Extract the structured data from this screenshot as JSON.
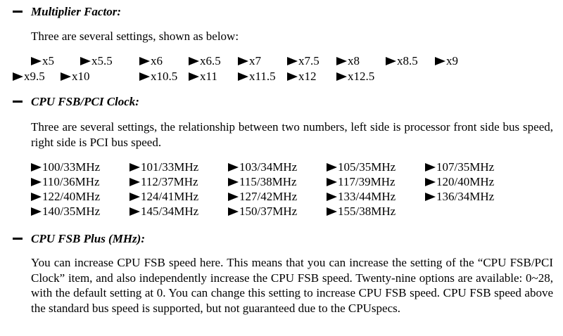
{
  "sections": [
    {
      "heading": "Multiplier Factor:",
      "intro": "Three are several settings, shown as below:",
      "options": [
        "x5",
        "x5.5",
        "x6",
        "x6.5",
        "x7",
        "x7.5",
        "x8",
        "x8.5",
        "x9",
        "x9.5",
        "x10",
        "x10.5",
        "x11",
        "x11.5",
        "x12",
        "x12.5"
      ]
    },
    {
      "heading": "CPU FSB/PCI Clock:",
      "intro": "Three are several settings, the relationship between two numbers, left side is processor front side bus speed, right side is PCI bus speed.",
      "options": [
        "100/33MHz",
        "101/33MHz",
        "103/34MHz",
        "105/35MHz",
        "107/35MHz",
        "110/36MHz",
        "112/37MHz",
        "115/38MHz",
        "117/39MHz",
        "120/40MHz",
        "122/40MHz",
        "124/41MHz",
        "127/42MHz",
        "133/44MHz",
        "136/34MHz",
        "140/35MHz",
        "145/34MHz",
        "150/37MHz",
        "155/38MHz"
      ]
    },
    {
      "heading": "CPU FSB Plus (MHz):",
      "body": "You can increase CPU FSB speed here. This means that you can increase the setting of the “CPU FSB/PCI Clock” item, and also independently increase the CPU FSB speed. Twenty-nine options are available: 0~28, with the default setting at 0. You can change this setting to increase CPU FSB speed. CPU FSB speed above the standard bus speed is supported, but not guaranteed due to the CPUspecs."
    }
  ]
}
